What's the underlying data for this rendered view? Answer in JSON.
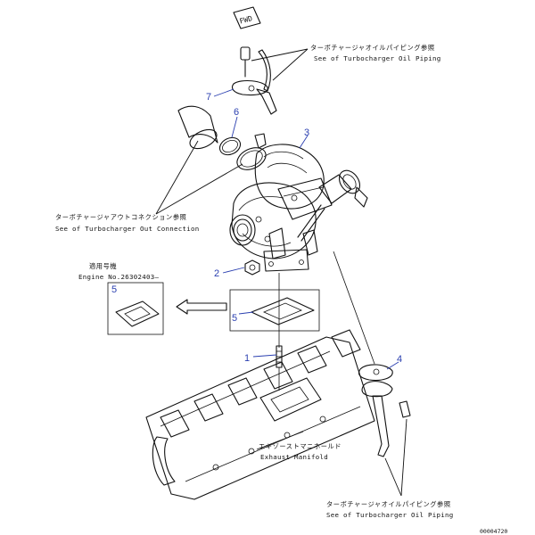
{
  "direction_marker": "FWD",
  "notes": {
    "oil_piping_top": {
      "jp": "ターボチャージャオイルパイピング参照",
      "en": "See of Turbocharger Oil Piping"
    },
    "out_connection": {
      "jp": "ターボチャージャアウトコネクション参照",
      "en": "See of Turbocharger Out Connection"
    },
    "exhaust_manifold": {
      "jp": "エキゾーストマニホールド",
      "en": "Exhaust Manifold"
    },
    "oil_piping_bottom": {
      "jp": "ターボチャージャオイルパイピング参照",
      "en": "See of Turbocharger Oil Piping"
    }
  },
  "applicability": {
    "jp": "適用号機",
    "en": "Engine No.26302403—"
  },
  "callouts": {
    "c1": "1",
    "c2": "2",
    "c3": "3",
    "c4": "4",
    "c5a": "5",
    "c5b": "5",
    "c6": "6",
    "c7": "7"
  },
  "drawing_code": "00004720"
}
